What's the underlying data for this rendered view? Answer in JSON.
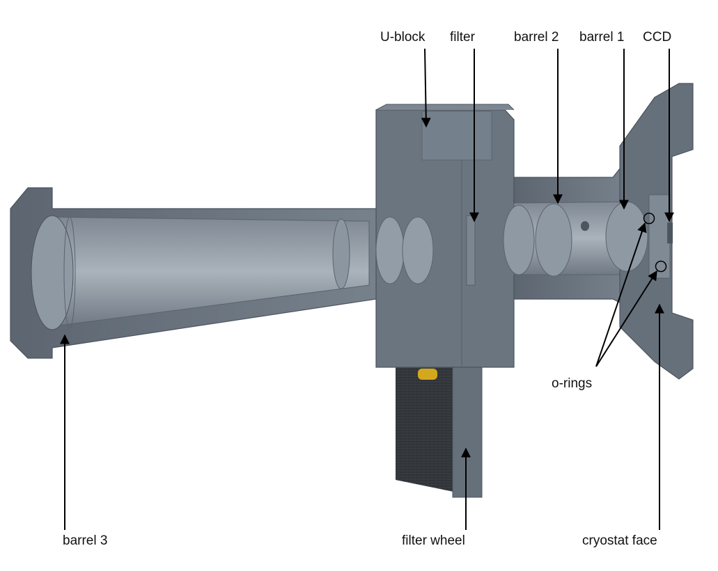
{
  "labels": {
    "u_block": "U-block",
    "filter": "filter",
    "barrel_2": "barrel 2",
    "barrel_1": "barrel 1",
    "ccd": "CCD",
    "o_rings": "o-rings",
    "barrel_3": "barrel 3",
    "filter_wheel": "filter wheel",
    "cryostat_face": "cryostat face"
  },
  "colors": {
    "metal": "#6d7784",
    "metal_dark": "#505863",
    "metal_light": "#8a939e",
    "bore": "#9aa3ad",
    "wheel": "#2f3338",
    "pin": "#d4a81c",
    "line": "#000000"
  }
}
